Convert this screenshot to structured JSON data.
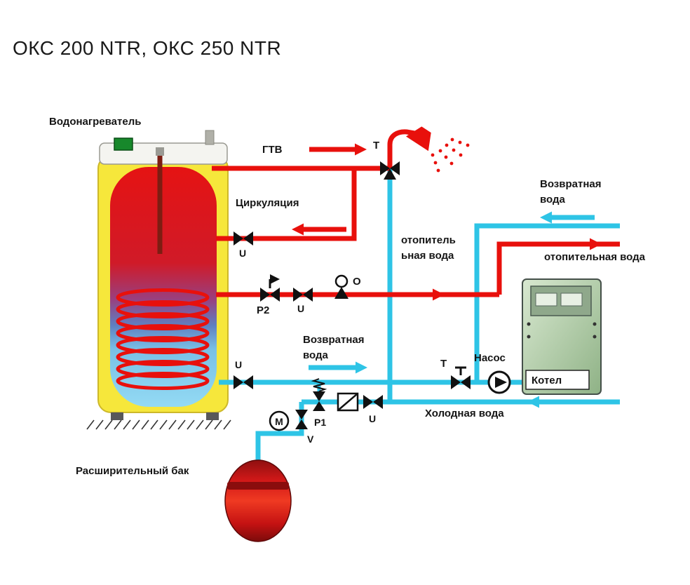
{
  "title": "ОКС 200 NTR, ОКС 250 NTR",
  "labels": {
    "water_heater": "Водонагреватель",
    "dhw": "ГТВ",
    "valve_t": "T",
    "circulation": "Циркуляция",
    "valve_u": "U",
    "return_water_1": "Возвратная",
    "return_water_2": "вода",
    "heating_water_split_1": "отопитель",
    "heating_water_split_2": "ьная вода",
    "valve_p2": "P2",
    "sensor_o": "O",
    "heating_water": "отопительная вода",
    "pump": "Насос",
    "boiler": "Котел",
    "cold_water": "Холодная вода",
    "valve_p1": "P1",
    "valve_v": "V",
    "gauge_m": "M",
    "expansion_tank": "Расширительный бак"
  },
  "colors": {
    "hot_pipe": "#e8100c",
    "cold_pipe": "#2ec4e6",
    "symbol": "#111111",
    "tank_shell": "#f6e73b",
    "boiler_body": "#a9c8a1",
    "expansion_tank": "#d41414"
  }
}
